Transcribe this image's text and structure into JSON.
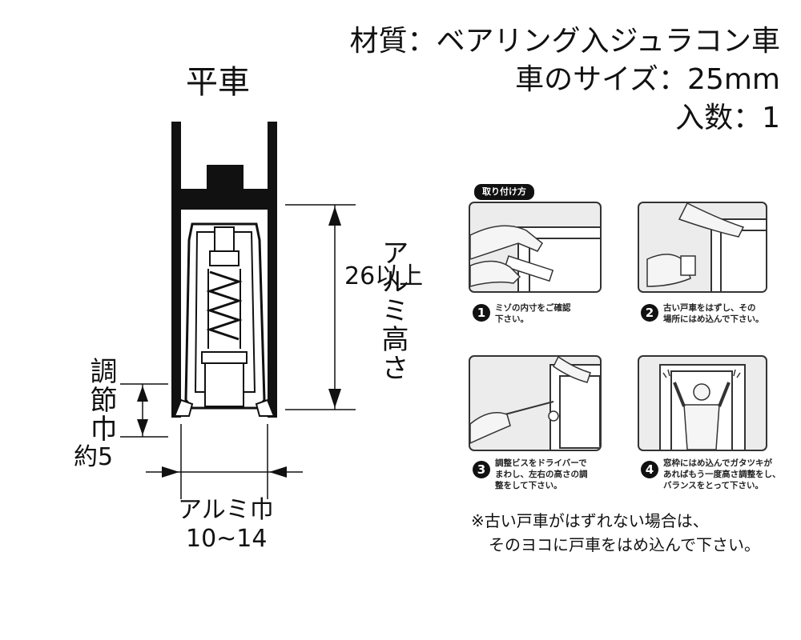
{
  "spec": {
    "material": "材質：ベアリング入ジュラコン車",
    "wheel_size": "車のサイズ：25mm",
    "quantity": "入数：1"
  },
  "diagram": {
    "title": "平車",
    "aluminum_height_label": "アルミ高さ",
    "aluminum_height_value": "26以上",
    "adjust_width_label": "調節巾",
    "adjust_width_value": "約5",
    "aluminum_width_label": "アルミ巾",
    "aluminum_width_value": "10~14"
  },
  "instructions": {
    "header": "取り付け方",
    "steps": [
      {
        "num": "1",
        "line1": "ミゾの内寸をご確認",
        "line2": "下さい。"
      },
      {
        "num": "2",
        "line1": "古い戸車をはずし、その",
        "line2": "場所にはめ込んで下さい。"
      },
      {
        "num": "3",
        "line1": "調整ビスをドライバーで",
        "line2": "まわし、左右の高さの調",
        "line3": "整をして下さい。"
      },
      {
        "num": "4",
        "line1": "窓枠にはめ込んでガタツキが",
        "line2": "あればもう一度高さ調整をし、",
        "line3": "バランスをとって下さい。"
      }
    ],
    "note_line1": "※古い戸車がはずれない場合は、",
    "note_line2": "そのヨコに戸車をはめ込んで下さい。"
  }
}
